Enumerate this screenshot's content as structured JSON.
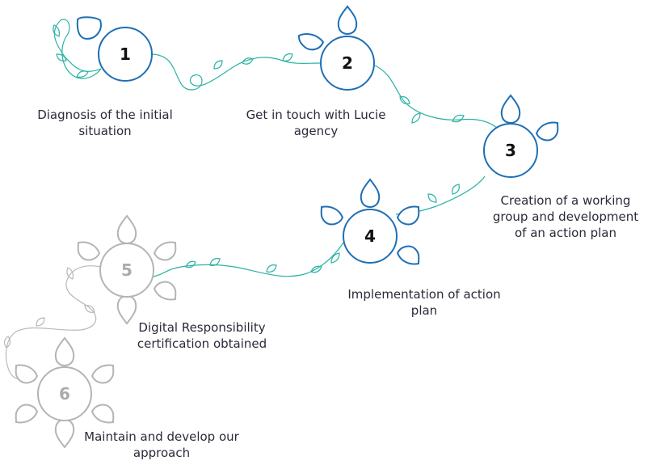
{
  "colors": {
    "active": "#1f6fb5",
    "inactive": "#b4b4b4",
    "vine_active": "#2ab3a3",
    "vine_inactive": "#b8b8b8",
    "number_active": "#111111",
    "number_inactive": "#aaaaaa",
    "text": "#2a2a3a"
  },
  "steps": [
    {
      "number": "1",
      "label": "Diagnosis of the initial situation",
      "status": "done"
    },
    {
      "number": "2",
      "label": "Get in touch with  Lucie agency",
      "status": "done"
    },
    {
      "number": "3",
      "label": "Creation of a working group and development of an action plan",
      "status": "done"
    },
    {
      "number": "4",
      "label": "Implementation of action plan",
      "status": "done"
    },
    {
      "number": "5",
      "label": "Digital Responsibility certification obtained",
      "status": "upcoming"
    },
    {
      "number": "6",
      "label": "Maintain and develop our approach",
      "status": "upcoming"
    }
  ]
}
